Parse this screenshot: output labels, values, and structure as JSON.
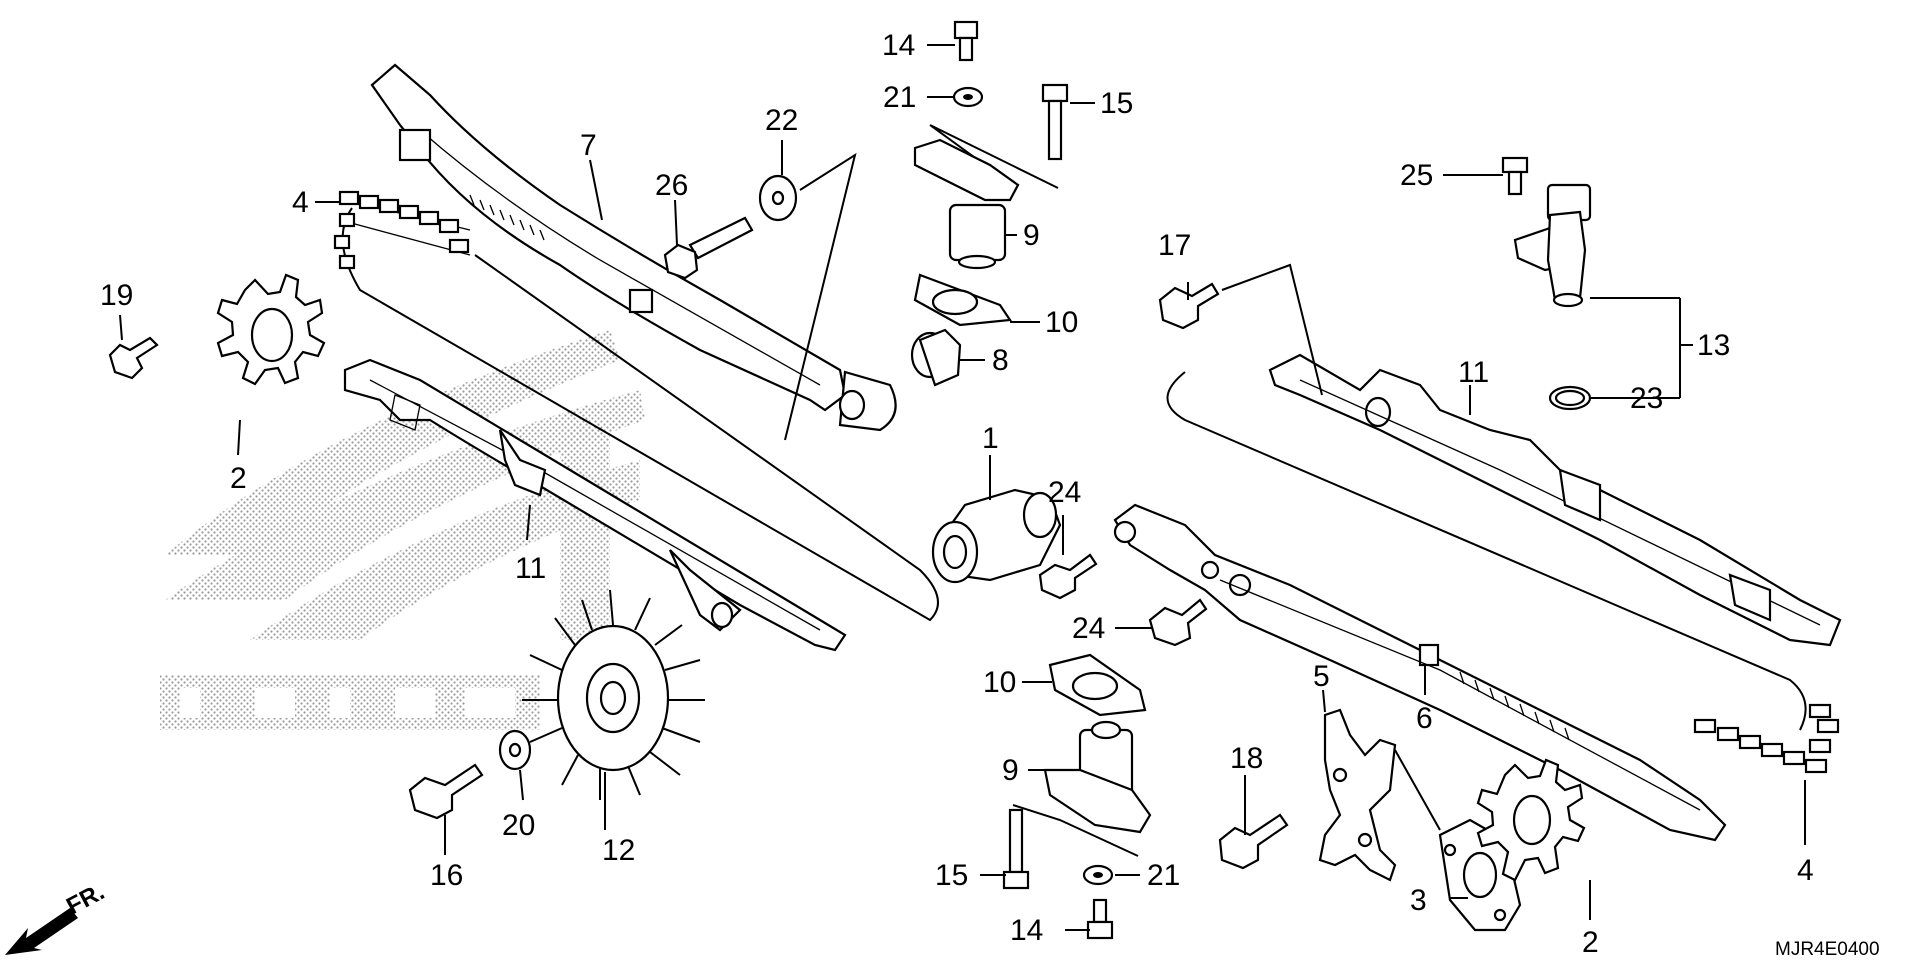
{
  "diagram_code": "MJR4E0400",
  "direction_marker": "FR.",
  "callouts": {
    "c1": "1",
    "c2a": "2",
    "c2b": "2",
    "c3": "3",
    "c4a": "4",
    "c4b": "4",
    "c5": "5",
    "c6": "6",
    "c7": "7",
    "c8": "8",
    "c9a": "9",
    "c9b": "9",
    "c10a": "10",
    "c10b": "10",
    "c11a": "11",
    "c11b": "11",
    "c12": "12",
    "c13": "13",
    "c14a": "14",
    "c14b": "14",
    "c15a": "15",
    "c15b": "15",
    "c16": "16",
    "c17": "17",
    "c18": "18",
    "c19": "19",
    "c20": "20",
    "c21a": "21",
    "c21b": "21",
    "c22": "22",
    "c23": "23",
    "c24a": "24",
    "c24b": "24",
    "c25": "25",
    "c26": "26"
  },
  "watermark": "HONDA",
  "colors": {
    "ink": "#000000",
    "background": "#ffffff",
    "watermark": "#9a9a9a"
  }
}
